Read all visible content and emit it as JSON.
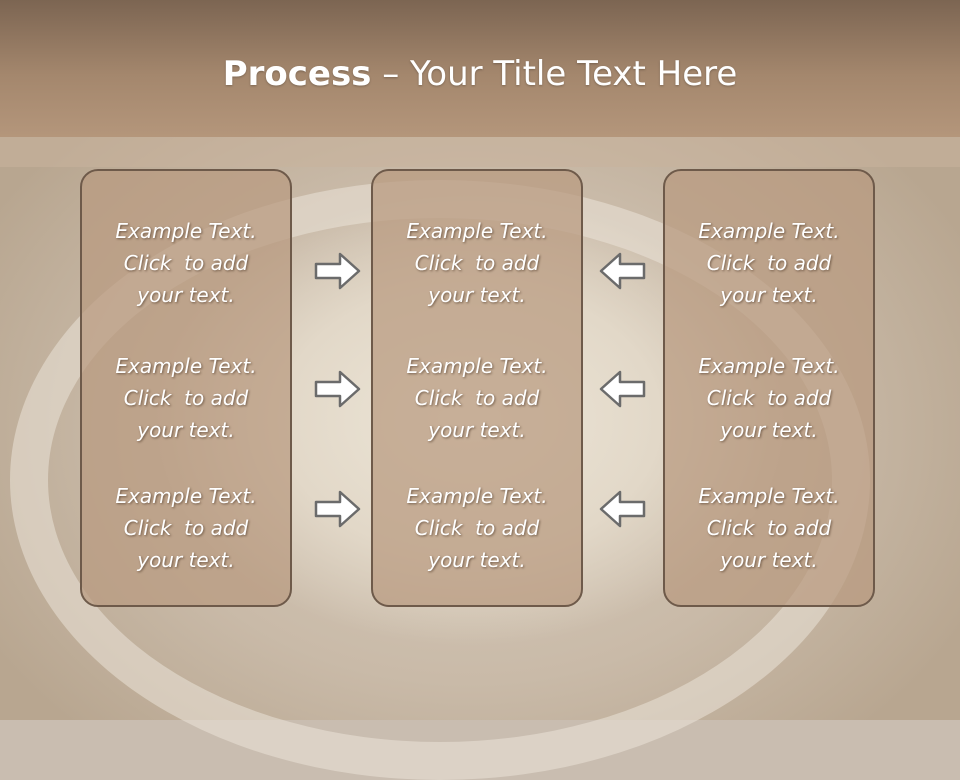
{
  "title": {
    "bold": "Process",
    "rest": " – Your Title Text Here"
  },
  "columns": [
    {
      "items": [
        "Example Text.\nClick  to add\nyour text.",
        "Example Text.\nClick  to add\nyour text.",
        "Example Text.\nClick  to add\nyour text."
      ]
    },
    {
      "items": [
        "Example Text.\nClick  to add\nyour text.",
        "Example Text.\nClick  to add\nyour text.",
        "Example Text.\nClick  to add\nyour text."
      ]
    },
    {
      "items": [
        "Example Text.\nClick  to add\nyour text.",
        "Example Text.\nClick  to add\nyour text.",
        "Example Text.\nClick  to add\nyour text."
      ]
    }
  ],
  "arrows": {
    "left_group": "right-arrow-icon",
    "right_group": "left-arrow-icon"
  },
  "colors": {
    "header_dark": "#7c6552",
    "header_light": "#b4967b",
    "panel_fill": "#b89a80",
    "panel_border": "#6e5a4a",
    "text": "#ffffff"
  }
}
